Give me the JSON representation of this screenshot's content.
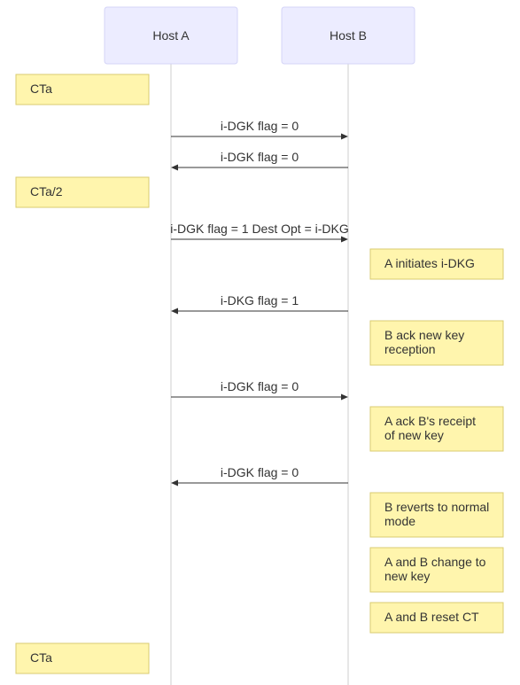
{
  "actors": [
    {
      "id": "A",
      "label": "Host A"
    },
    {
      "id": "B",
      "label": "Host B"
    }
  ],
  "events": [
    {
      "kind": "note",
      "side": "left",
      "lines": [
        "CTa"
      ]
    },
    {
      "kind": "message",
      "from": "A",
      "to": "B",
      "label": "i-DGK flag = 0"
    },
    {
      "kind": "message",
      "from": "B",
      "to": "A",
      "label": "i-DGK flag = 0"
    },
    {
      "kind": "note",
      "side": "left",
      "lines": [
        "CTa/2"
      ]
    },
    {
      "kind": "message",
      "from": "A",
      "to": "B",
      "label": "i-DGK flag = 1 Dest Opt = i-DKG"
    },
    {
      "kind": "note",
      "side": "right",
      "lines": [
        "A initiates i-DKG"
      ]
    },
    {
      "kind": "message",
      "from": "B",
      "to": "A",
      "label": "i-DKG flag = 1"
    },
    {
      "kind": "note",
      "side": "right",
      "lines": [
        "B ack new key",
        "reception"
      ]
    },
    {
      "kind": "message",
      "from": "A",
      "to": "B",
      "label": "i-DGK flag = 0"
    },
    {
      "kind": "note",
      "side": "right",
      "lines": [
        "A ack B's receipt",
        "of new key"
      ]
    },
    {
      "kind": "message",
      "from": "B",
      "to": "A",
      "label": "i-DGK flag = 0"
    },
    {
      "kind": "note",
      "side": "right",
      "lines": [
        "B reverts to normal",
        "mode"
      ]
    },
    {
      "kind": "note",
      "side": "right",
      "lines": [
        "A and B change to",
        "new key"
      ]
    },
    {
      "kind": "note",
      "side": "right",
      "lines": [
        "A and B reset CT"
      ]
    },
    {
      "kind": "note",
      "side": "left",
      "lines": [
        "CTa"
      ]
    }
  ],
  "colors": {
    "actor_fill": "#ECECFF",
    "actor_border": "#D4D4F7",
    "note_fill": "#FFF5AD",
    "note_border": "#D9CB71",
    "line": "#333333",
    "lifeline": "#CFCFCF"
  }
}
